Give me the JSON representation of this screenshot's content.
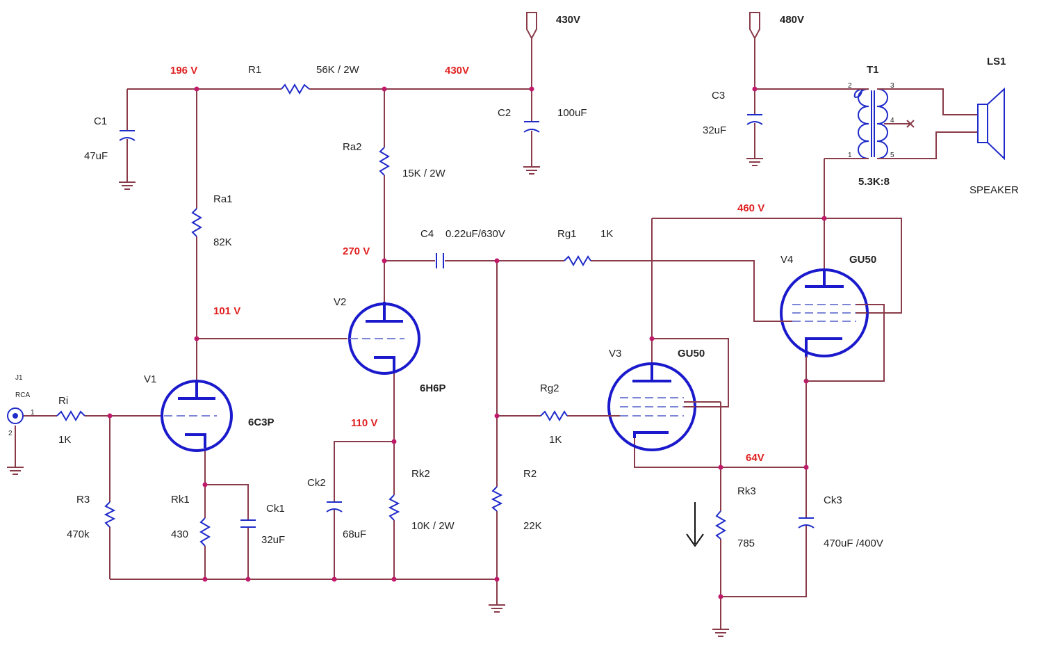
{
  "supply": {
    "v430": "430V",
    "v480": "480V"
  },
  "voltages": {
    "n196": "196 V",
    "n430": "430V",
    "n270": "270 V",
    "n101": "101 V",
    "n110": "110 V",
    "n460": "460 V",
    "n64": "64V"
  },
  "components": {
    "c1": {
      "ref": "C1",
      "value": "47uF"
    },
    "r1": {
      "ref": "R1",
      "value": "56K / 2W"
    },
    "c2": {
      "ref": "C2",
      "value": "100uF"
    },
    "ra1": {
      "ref": "Ra1",
      "value": "82K"
    },
    "ra2": {
      "ref": "Ra2",
      "value": "15K / 2W"
    },
    "c4": {
      "ref": "C4",
      "value": "0.22uF/630V"
    },
    "rg1": {
      "ref": "Rg1",
      "value": "1K"
    },
    "ri": {
      "ref": "Ri",
      "value": "1K"
    },
    "r3": {
      "ref": "R3",
      "value": "470k"
    },
    "rk1": {
      "ref": "Rk1",
      "value": "430"
    },
    "ck1": {
      "ref": "Ck1",
      "value": "32uF"
    },
    "ck2": {
      "ref": "Ck2",
      "value": "68uF"
    },
    "rk2": {
      "ref": "Rk2",
      "value": "10K / 2W"
    },
    "r2": {
      "ref": "R2",
      "value": "22K"
    },
    "rg2": {
      "ref": "Rg2",
      "value": "1K"
    },
    "rk3": {
      "ref": "Rk3",
      "value": "785"
    },
    "ck3": {
      "ref": "Ck3",
      "value": "470uF /400V"
    },
    "c3": {
      "ref": "C3",
      "value": "32uF"
    },
    "t1": {
      "ref": "T1",
      "value": "5.3K:8",
      "pins": [
        "2",
        "3",
        "4",
        "1",
        "5"
      ]
    },
    "ls1": {
      "ref": "LS1",
      "value": "SPEAKER"
    },
    "j1": {
      "ref": "J1",
      "value": "RCA",
      "pin1": "1",
      "pin2": "2"
    }
  },
  "tubes": {
    "v1": {
      "ref": "V1",
      "type": "6C3P"
    },
    "v2": {
      "ref": "V2",
      "type": "6H6P"
    },
    "v3": {
      "ref": "V3",
      "type": "GU50"
    },
    "v4": {
      "ref": "V4",
      "type": "GU50"
    }
  }
}
